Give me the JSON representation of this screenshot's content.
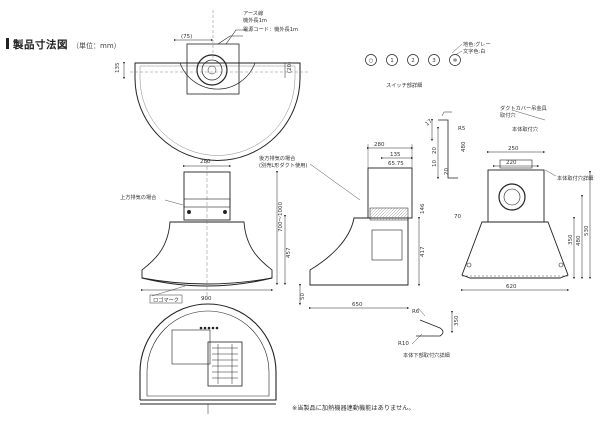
{
  "title": "製品寸法図",
  "unit_note": "（単位：mm）",
  "top_view": {
    "earth_wire": "アース線",
    "earth_length": "機外長1m",
    "power_cord": "電源コード：機外長1m",
    "dim_75": "(75)",
    "dim_135": "135",
    "dim_20": "(20)"
  },
  "switch": {
    "symbols": [
      "○",
      "1",
      "2",
      "3",
      "✲"
    ],
    "body_color": "地色:グレー",
    "text_color": "文字色:白",
    "caption": "スイッチ部詳細"
  },
  "front": {
    "dim_280": "280",
    "upper_exhaust": "上方排気の場合",
    "dim_900": "900",
    "logo_mark": "ロゴマーク",
    "dim_700_1000": "700～1000",
    "dim_457": "457"
  },
  "side": {
    "rear_exhaust": "後方排気の場合",
    "rear_exhaust_sub": "(別売L形ダクト使用)",
    "dim_280": "280",
    "dim_135": "135",
    "dim_65_75": "65.75",
    "dim_146": "146",
    "dim_417": "417",
    "dim_650": "650",
    "dim_50": "50",
    "dim_70": "70"
  },
  "bracket": {
    "dim_17": "17",
    "dim_480": "480",
    "dim_20a": "20",
    "dim_10": "10",
    "dim_20b": "20",
    "dim_R5": "R5"
  },
  "rear": {
    "duct_cover_fitting": "ダクトカバー吊金具",
    "mount_hole": "取付穴",
    "main_mount_hole": "本体取付穴",
    "dim_250": "250",
    "dim_220": "220",
    "main_mount_hole_detail": "本体取付穴詳細",
    "dim_350": "350",
    "dim_480": "480",
    "dim_530": "530",
    "dim_620": "620"
  },
  "hole_detail": {
    "dim_R6": "R6",
    "dim_R10": "R10",
    "dim_350": "350",
    "caption": "本体下部取付穴詳細"
  },
  "footnote": "※当製品に加熱機器連動機能はありません。"
}
